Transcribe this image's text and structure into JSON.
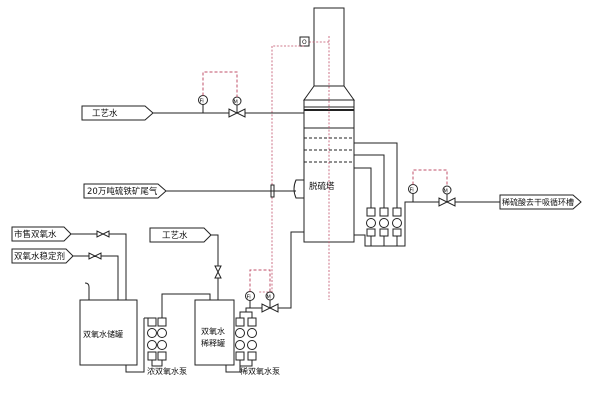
{
  "colors": {
    "line": "#222222",
    "control_line": "#c0506a",
    "background": "#ffffff"
  },
  "streams": {
    "process_water_top": "工艺水",
    "flue_gas": "20万吨硫铁矿尾气",
    "commercial_h2o2": "市售双氧水",
    "h2o2_stabilizer": "双氧水稳定剂",
    "process_water_mid": "工艺水",
    "dilute_acid_out": "稀硫酸去干吸循环槽"
  },
  "equipment": {
    "tower": "脱硫塔",
    "storage_tank": "双氧水储罐",
    "dilution_tank_line1": "双氧水",
    "dilution_tank_line2": "稀释罐"
  },
  "pumps": {
    "concentrated": "浓双氧水泵",
    "dilute": "稀双氧水泵"
  },
  "instruments": {
    "flow_meter_tag": "Fi",
    "control_valve_tag": "M",
    "analyzer_tag": "O"
  }
}
